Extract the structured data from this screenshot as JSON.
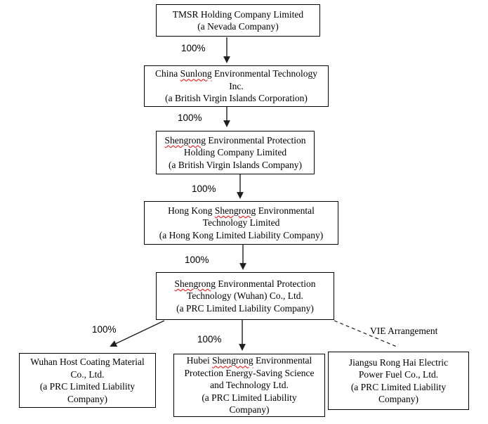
{
  "colors": {
    "background": "#ffffff",
    "text": "#000000",
    "box_border": "#000000",
    "connector": "#1f1f1f",
    "spellcheck": "#ff0000"
  },
  "boxes": {
    "tmsr": {
      "lines": [
        "TMSR Holding Company Limited",
        "(a Nevada Company)"
      ]
    },
    "sunlong": {
      "line1": {
        "pre": "China ",
        "flagged": "Sunlong",
        "post": " Environmental Technology"
      },
      "line2": "Inc.",
      "line3": "(a British Virgin Islands Corporation)"
    },
    "shengrong_holding": {
      "line1": {
        "pre": "",
        "flagged": "Shengrong",
        "post": " Environmental Protection"
      },
      "line2": "Holding Company Limited",
      "line3": "(a British Virgin Islands Company)"
    },
    "hongkong_shengrong": {
      "line1": {
        "pre": "Hong Kong ",
        "flagged": "Shengrong",
        "post": " Environmental"
      },
      "line2": "Technology Limited",
      "line3": "(a Hong Kong Limited Liability Company)"
    },
    "shengrong_wuhan": {
      "line1": {
        "pre": "",
        "flagged": "Shengrong",
        "post": " Environmental Protection"
      },
      "line2": "Technology (Wuhan) Co., Ltd.",
      "line3": "(a PRC Limited Liability Company)"
    },
    "wuhan_host": {
      "lines": [
        "Wuhan Host Coating Material",
        "Co., Ltd.",
        "(a PRC Limited Liability",
        "Company)"
      ]
    },
    "hubei_shengrong": {
      "line1": {
        "pre": "Hubei ",
        "flagged": "Shengrong",
        "post": " Environmental"
      },
      "line2": "Protection Energy-Saving Science",
      "line3": "and Technology Ltd.",
      "line4": "(a PRC Limited Liability",
      "line5": "Company)"
    },
    "jiangsu_ronghai": {
      "lines": [
        "Jiangsu Rong Hai Electric",
        "Power Fuel Co., Ltd.",
        "(a PRC Limited Liability",
        "Company)"
      ]
    }
  },
  "edges": {
    "tmsr_to_sunlong": {
      "label": "100%"
    },
    "sunlong_to_holding": {
      "label": "100%"
    },
    "holding_to_hongkong": {
      "label": "100%"
    },
    "hongkong_to_wuhan": {
      "label": "100%"
    },
    "wuhan_to_host": {
      "label": "100%"
    },
    "wuhan_to_hubei": {
      "label": "100%"
    },
    "wuhan_to_jiangsu": {
      "label": "VIE Arrangement"
    }
  }
}
